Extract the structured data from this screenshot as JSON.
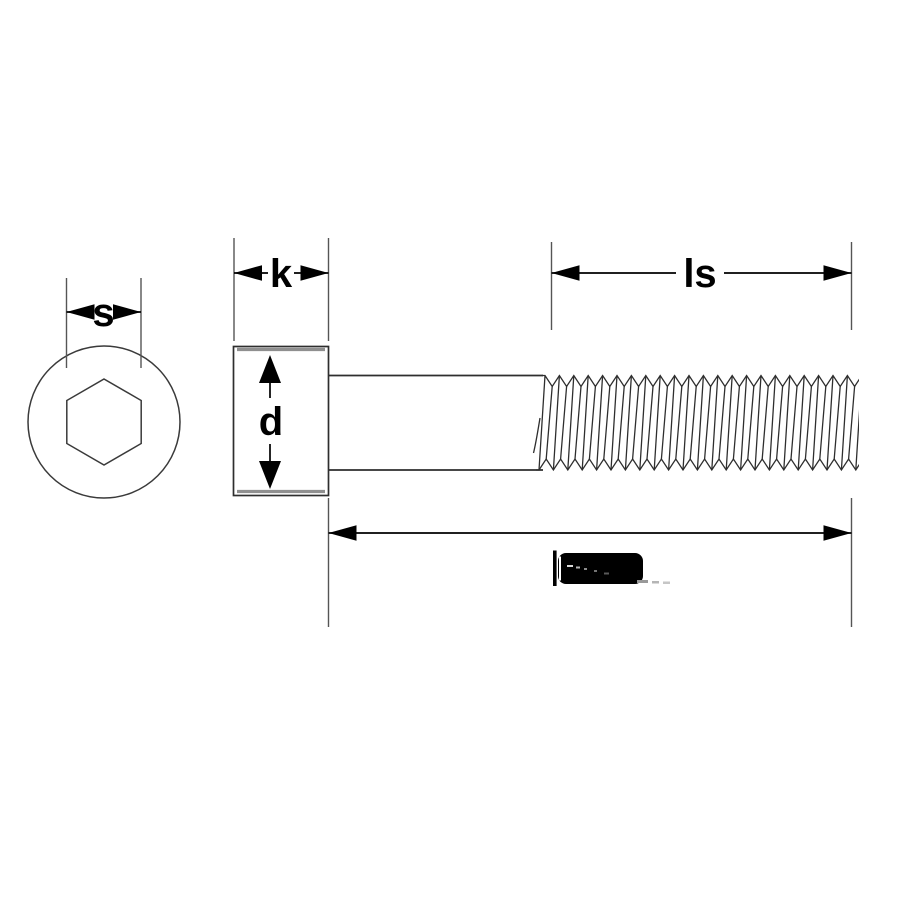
{
  "figure": {
    "type": "technical-drawing",
    "subject": "hex socket cap screw dimension diagram",
    "dimension_labels": {
      "socket_size": "s",
      "head_height": "k",
      "head_diameter": "d",
      "thread_length": "ls"
    },
    "obscured_label": {
      "readable_text": "",
      "appearance": "black blob with faint white marks"
    },
    "colors": {
      "background": "#ffffff",
      "dimension_line": "#000000",
      "part_outline": "#2e2e2e",
      "extension_line": "#555555",
      "head_accent": "#8f8f8f",
      "blob": "#000000",
      "artifact_dash": "#a8a8a8"
    }
  }
}
